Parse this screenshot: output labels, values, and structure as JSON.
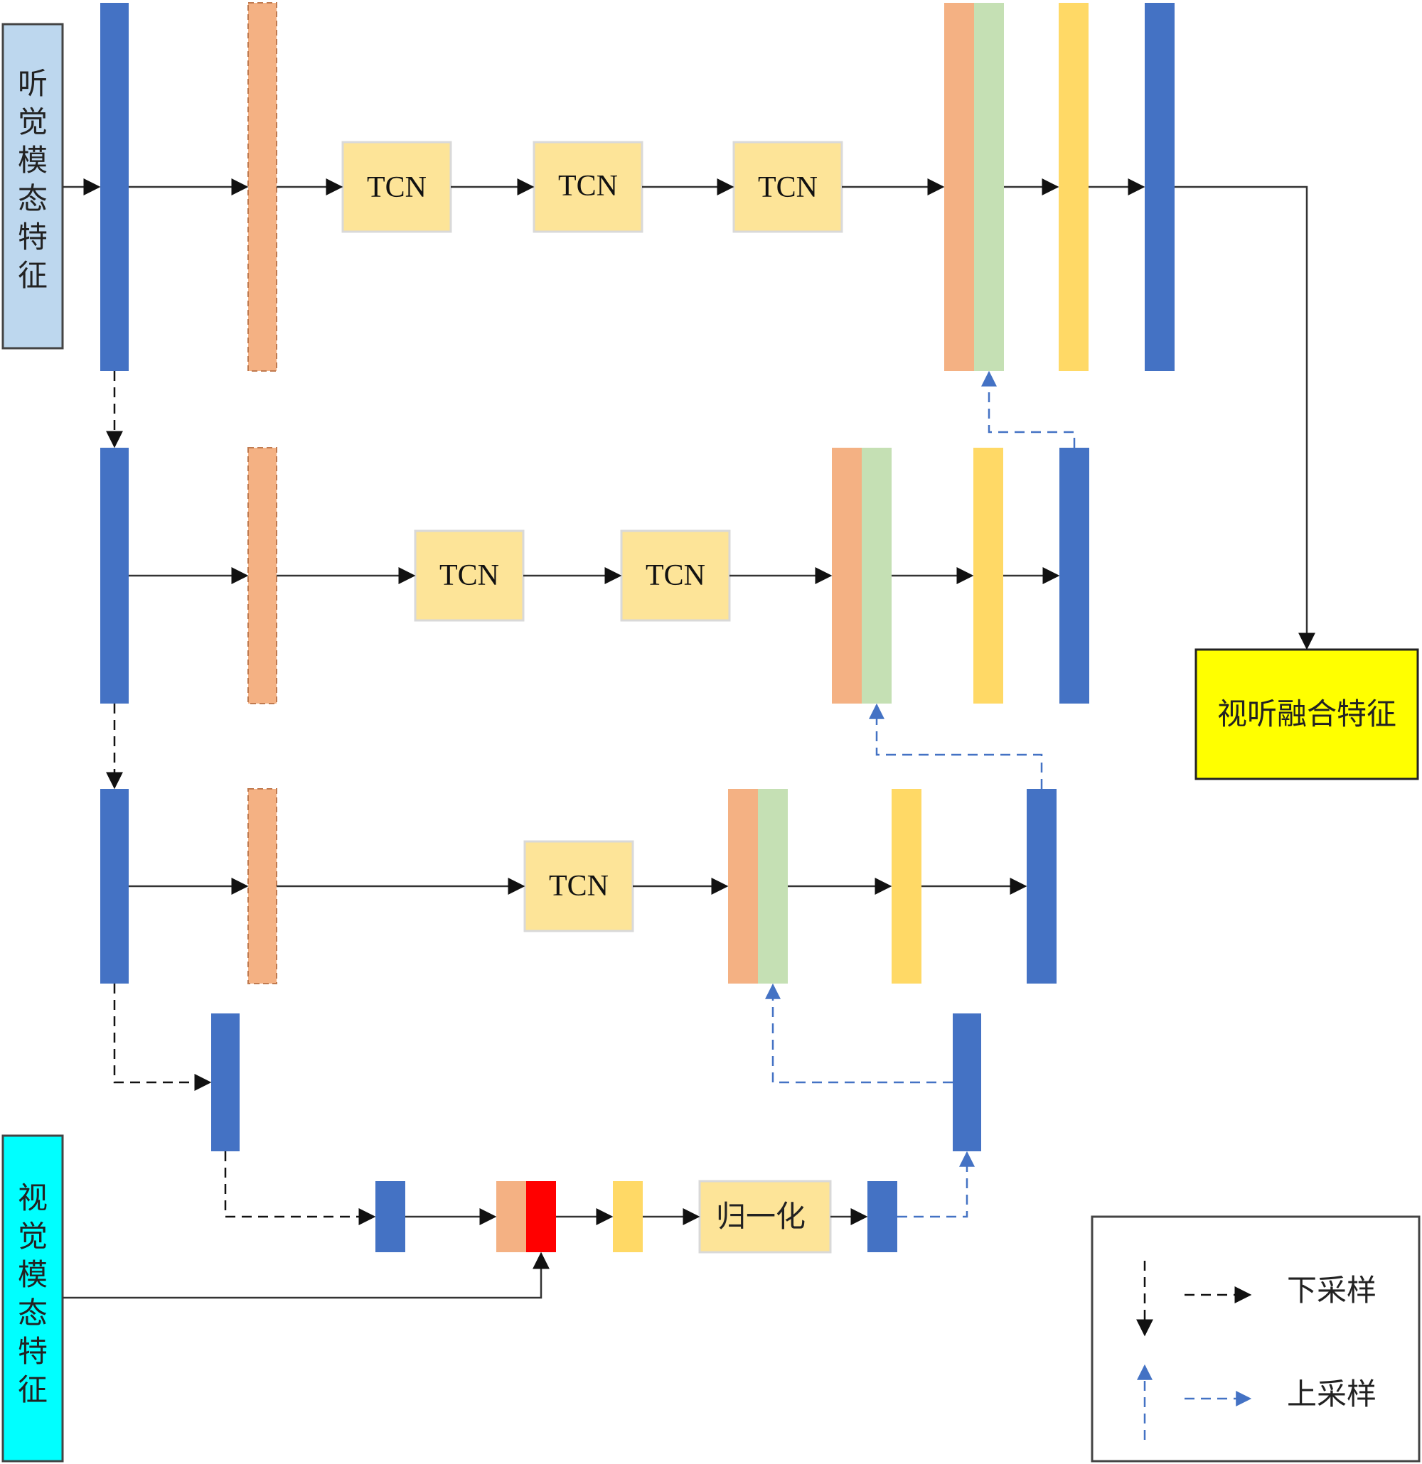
{
  "labels": {
    "audio_input": "听觉模态特征",
    "visual_input": "视觉模态特征",
    "output": "视听融合特征",
    "tcn": "TCN",
    "normalize": "归一化"
  },
  "legend": {
    "downsample": "下采样",
    "upsample": "上采样"
  },
  "colors": {
    "blue": "#4472c4",
    "orange": "#f4b183",
    "green": "#c5e0b4",
    "yellow": "#ffd966",
    "tcn_fill": "#fde498",
    "red": "#ff0000",
    "audio_box": "#bdd7ee",
    "visual_box": "#00ffff",
    "output_box": "#ffff00",
    "dash_blue": "#4472c4"
  }
}
